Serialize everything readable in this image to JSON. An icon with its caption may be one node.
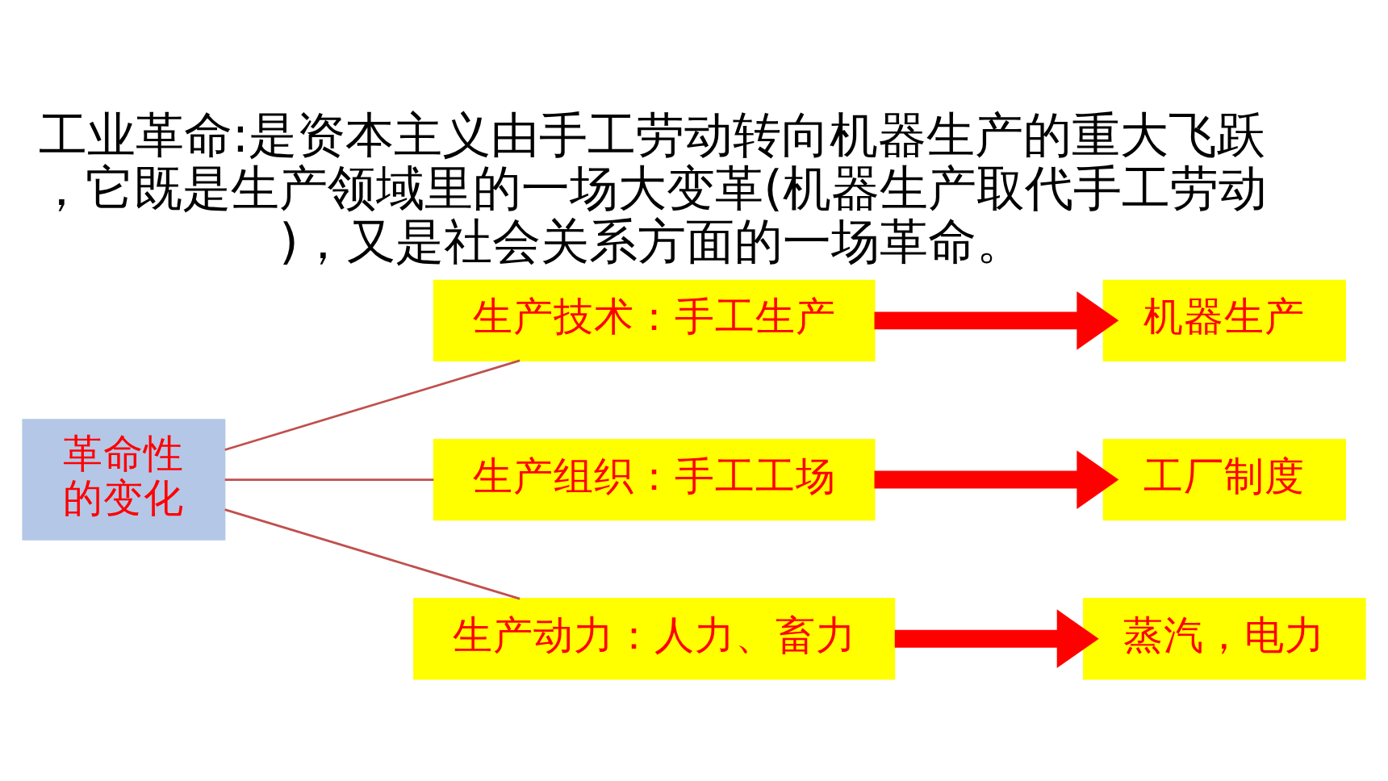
{
  "diagram": {
    "title": "工业革命:是资本主义由手工劳动转向机器生产的重大飞跃，它既是生产领域里的一场大变革(机器生产取代手工劳动)，又是社会关系方面的一场革命。",
    "nodes": [
      {
        "text": [
          "革命性的变化"
        ]
      },
      {
        "text": [
          "生产技术：手工生产"
        ]
      },
      {
        "text": [
          "机器生产"
        ]
      },
      {
        "text": [
          "生产组织：手工工场"
        ]
      },
      {
        "text": [
          "工厂制度"
        ]
      },
      {
        "text": [
          "生产动力：人力、畜力"
        ]
      },
      {
        "text": [
          "蒸汽，电力"
        ]
      }
    ],
    "edges": [
      {
        "from": 0,
        "to": 1,
        "arrow": "none",
        "color": "#c0504d"
      },
      {
        "from": 0,
        "to": 3,
        "arrow": "none",
        "color": "#c0504d"
      },
      {
        "from": 0,
        "to": 5,
        "arrow": "none",
        "color": "#c0504d"
      },
      {
        "from": 1,
        "to": 2,
        "arrow": "to",
        "style": "thick"
      },
      {
        "from": 3,
        "to": 4,
        "arrow": "to",
        "style": "thick"
      },
      {
        "from": 5,
        "to": 6,
        "arrow": "to",
        "style": "thick"
      }
    ]
  }
}
